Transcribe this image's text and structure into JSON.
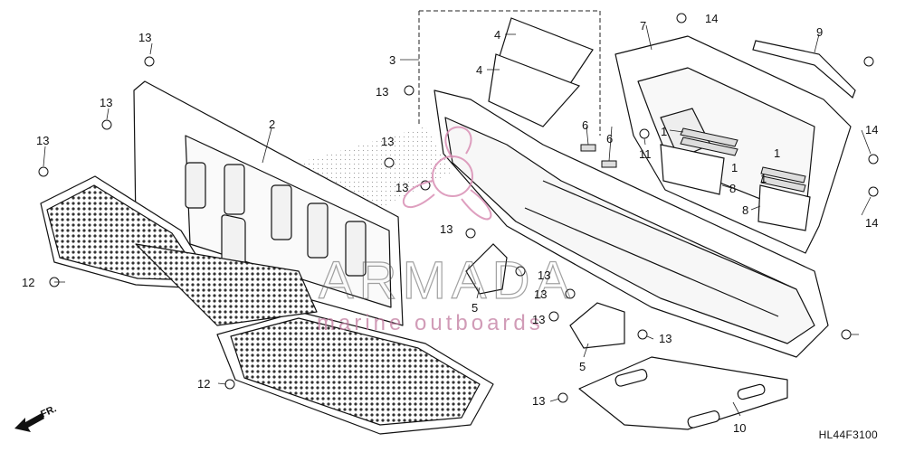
{
  "diagram": {
    "part_code": "HL44F3100",
    "direction_label": "FR.",
    "watermark": {
      "title": "ARMADA",
      "subtitle": "marine outboards"
    },
    "callouts": {
      "c1a": "1",
      "c1b": "1",
      "c1c": "1",
      "c1d": "1",
      "c2": "2",
      "c3": "3",
      "c4a": "4",
      "c4b": "4",
      "c5a": "5",
      "c5b": "5",
      "c6a": "6",
      "c6b": "6",
      "c7": "7",
      "c8a": "8",
      "c8b": "8",
      "c9": "9",
      "c10": "10",
      "c11": "11",
      "c12a": "12",
      "c12b": "12",
      "c13a": "13",
      "c13b": "13",
      "c13c": "13",
      "c13d": "13",
      "c13e": "13",
      "c13f": "13",
      "c13g": "13",
      "c13h": "13",
      "c13i": "13",
      "c13j": "13",
      "c13k": "13",
      "c13l": "13",
      "c14a": "14",
      "c14b": "14",
      "c14c": "14"
    }
  }
}
